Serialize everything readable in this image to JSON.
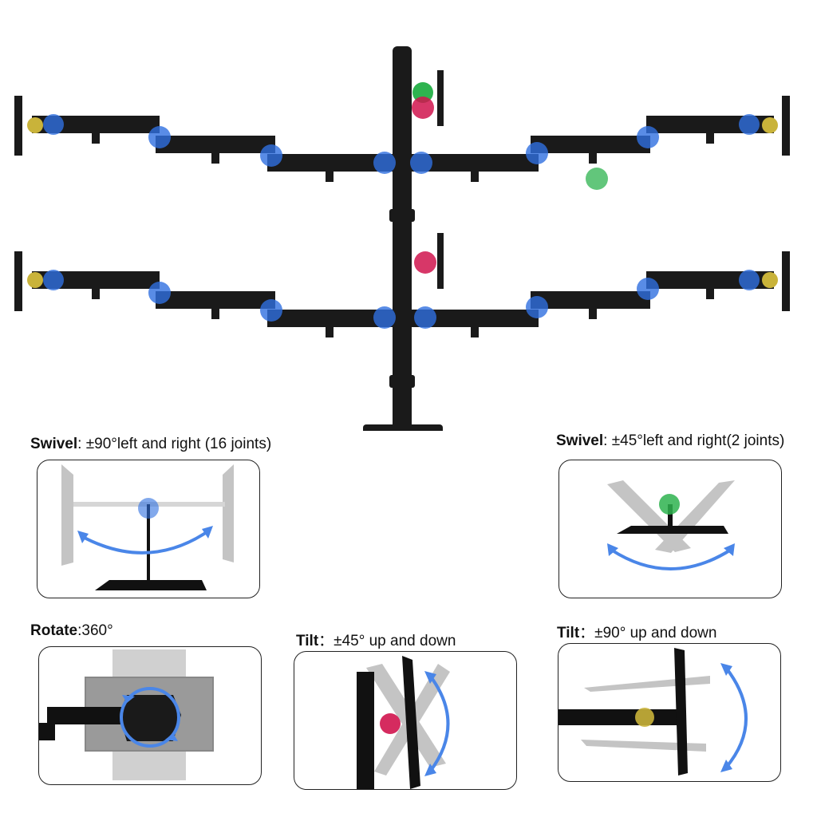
{
  "features": [
    {
      "title": "Swivel",
      "sep": ": ",
      "detail": "±90°left and right (16 joints)"
    },
    {
      "title": "Swivel",
      "sep": ": ",
      "detail": "±45°left and right(2 joints)"
    },
    {
      "title": "Rotate",
      "sep": ":",
      "detail": "360°"
    },
    {
      "title": "Tilt",
      "sep": "：",
      "detail": "±45° up and down"
    },
    {
      "title": "Tilt",
      "sep": "：",
      "detail": "±90° up and down"
    }
  ],
  "colors": {
    "arm": "#1a1a1a",
    "swivel_joint": "#2f6fe0",
    "end_joint": "#c9b33a",
    "tilt_joint": "#d0144e",
    "top_joint": "#2eb34f",
    "arrow": "#4a86e8",
    "ghost": "#c4c4c4"
  }
}
